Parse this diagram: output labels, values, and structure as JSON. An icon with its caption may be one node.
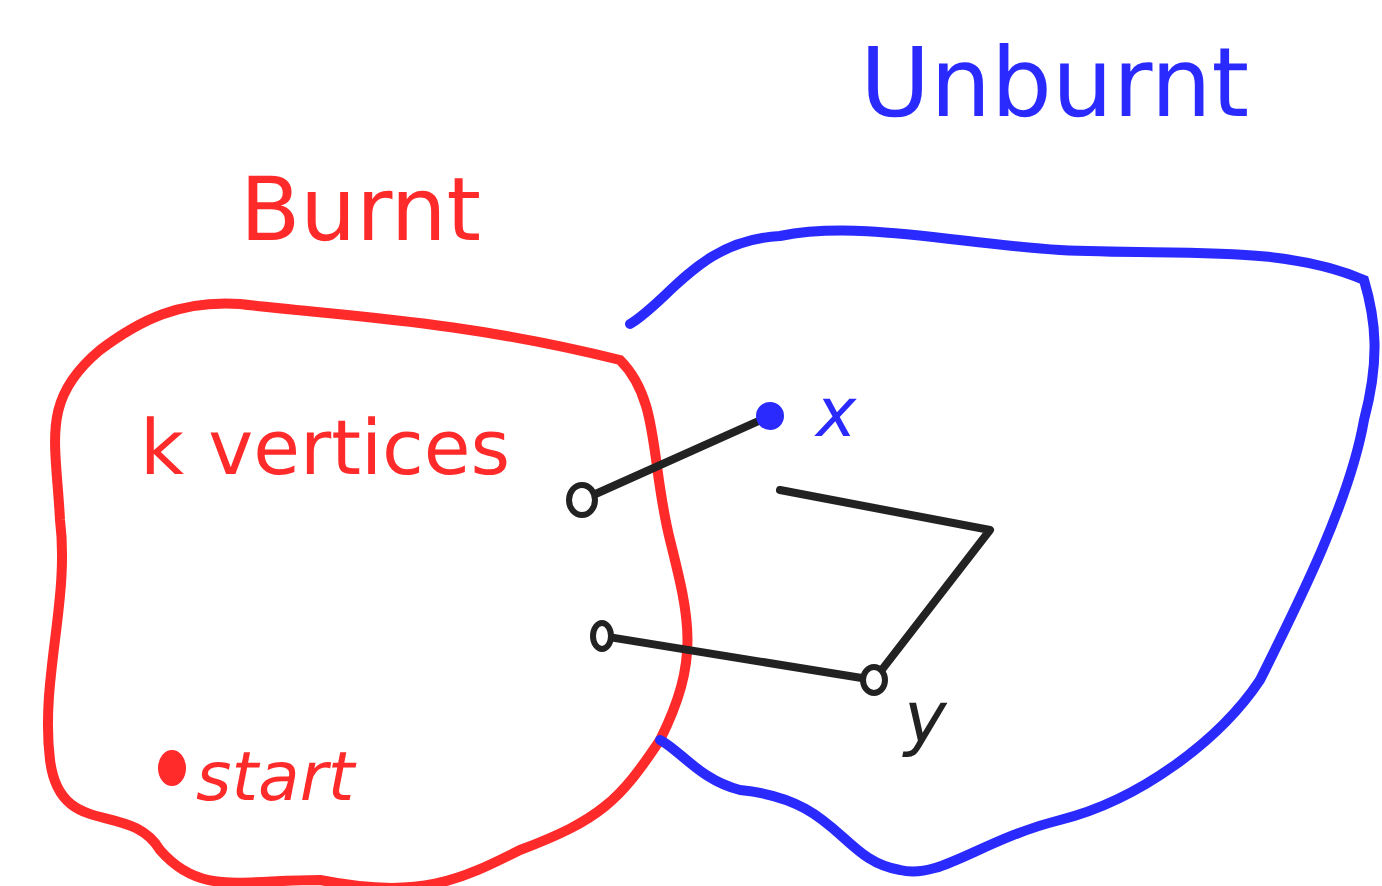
{
  "diagram": {
    "nodes": [
      {
        "text": [
          "Burnt"
        ]
      },
      {
        "text": [
          "Unburnt"
        ]
      },
      {
        "text": [],
        "shape": "circle",
        "in": 0
      },
      {
        "text": [],
        "shape": "circle",
        "in": 1,
        "beside": [
          "x"
        ]
      },
      {
        "text": [],
        "shape": "circle",
        "in": 0
      },
      {
        "text": [],
        "shape": "circle",
        "in": 1,
        "beside": [
          "y"
        ]
      },
      {
        "text": [],
        "shape": "circle",
        "in": 0,
        "beside": [
          "start"
        ]
      }
    ],
    "edges": [
      {
        "from": 2,
        "to": 3,
        "arrow": "none"
      },
      {
        "from": 4,
        "to": 5,
        "arrow": "none"
      },
      {
        "from": 5,
        "to": null,
        "arrow": "none"
      }
    ],
    "labels": [
      "k vertices"
    ]
  }
}
